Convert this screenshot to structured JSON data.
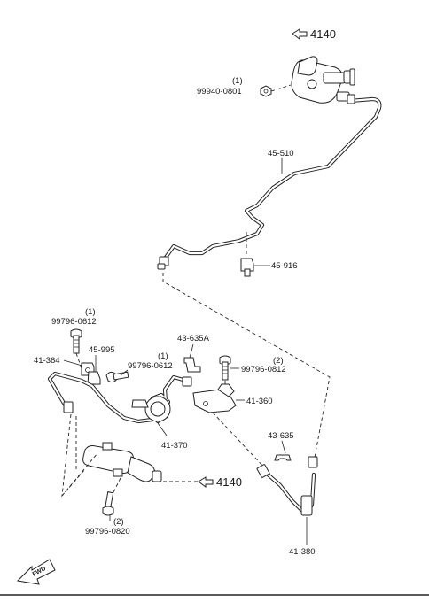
{
  "diagram": {
    "labels": {
      "ref_master_cylinder": "4140",
      "ref_release_cylinder": "4140",
      "nut_qty": "(1)",
      "nut_part": "99940-0801",
      "pipe_upper": "45-510",
      "clip_upper": "45-916",
      "bolt_top_qty": "(1)",
      "bolt_top_part": "99796-0612",
      "clamp_left": "41-364",
      "clip_mid": "45-995",
      "bolt_mid_qty": "(1)",
      "bolt_mid_part": "99796-0612",
      "bracket_clip": "43-635A",
      "bolt_right_qty": "(2)",
      "bolt_right_part": "99796-0812",
      "bracket_right": "41-360",
      "pipe_lower": "41-370",
      "clip_lower": "43-635",
      "bolt_bottom_qty": "(2)",
      "bolt_bottom_part": "99796-0820",
      "hose": "41-380",
      "fwd": "FWD"
    }
  }
}
